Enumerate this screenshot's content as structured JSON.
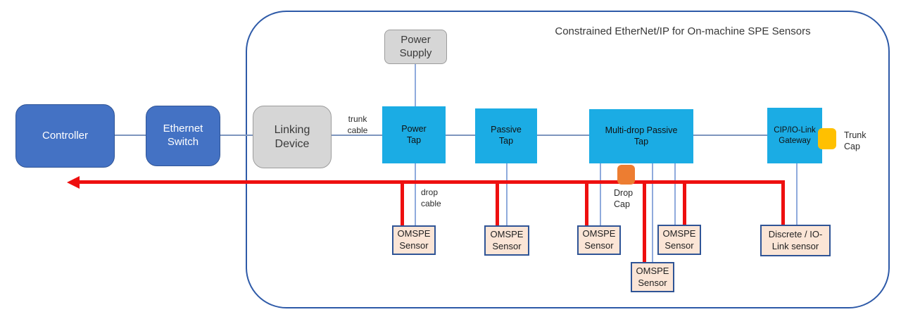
{
  "title": "Constrained EtherNet/IP for On-machine SPE Sensors",
  "nodes": {
    "controller": {
      "label": "Controller"
    },
    "ethernet_switch": {
      "label": "Ethernet\nSwitch"
    },
    "linking_device": {
      "label": "Linking\nDevice"
    },
    "power_supply": {
      "label": "Power\nSupply"
    },
    "power_tap": {
      "label": "Power\nTap"
    },
    "passive_tap": {
      "label": "Passive\nTap"
    },
    "multidrop_tap": {
      "label": "Multi-drop Passive\nTap"
    },
    "gateway": {
      "label": "CIP/IO-Link\nGateway"
    }
  },
  "sensors": [
    {
      "label": "OMSPE\nSensor"
    },
    {
      "label": "OMSPE\nSensor"
    },
    {
      "label": "OMSPE\nSensor"
    },
    {
      "label": "OMSPE\nSensor"
    },
    {
      "label": "OMSPE\nSensor"
    },
    {
      "label": "Discrete / IO-\nLink sensor"
    }
  ],
  "annotations": {
    "trunk_cable": "trunk\ncable",
    "drop_cable": "drop\ncable",
    "drop_cap": "Drop\nCap",
    "trunk_cap": "Trunk\nCap"
  },
  "colors": {
    "node_blue": "#4472C4",
    "node_blue_border": "#2F5496",
    "node_cyan": "#1BACE4",
    "node_gray": "#D6D6D6",
    "sensor_fill": "#FBE5D6",
    "sensor_border": "#2F5496",
    "cable_red": "#EE0F0F",
    "connector_blue": "#8FAADC",
    "drop_cap_orange": "#ED7D31",
    "trunk_cap_yellow": "#FFC000",
    "frame_border": "#2E5AA8"
  }
}
